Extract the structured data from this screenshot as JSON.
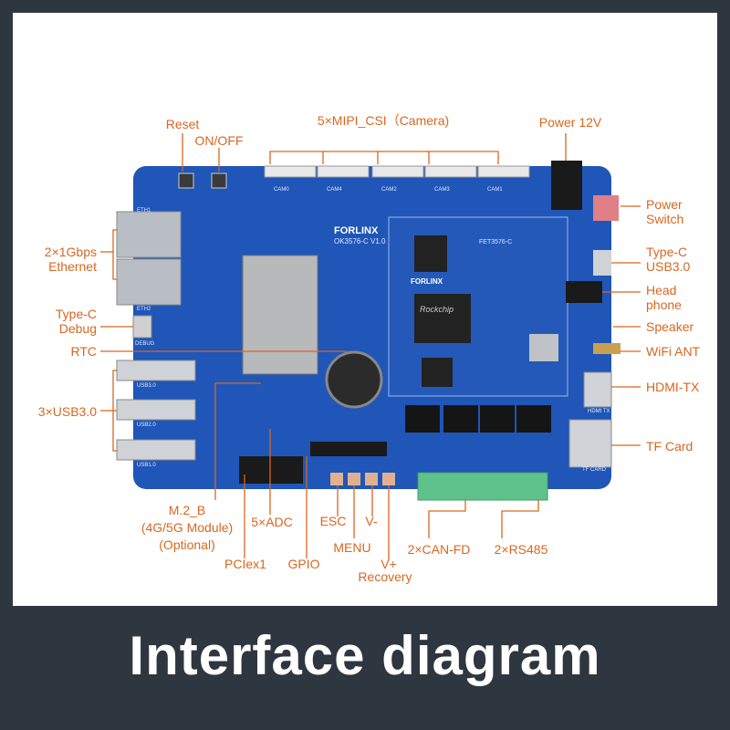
{
  "labels": {
    "reset": "Reset",
    "on_off": "ON/OFF",
    "mipi_csi": "5×MIPI_CSI（Camera)",
    "power_12v": "Power 12V",
    "power_switch": "Power\nSwitch",
    "ethernet": "2×1Gbps\nEthernet",
    "typec_usb3": "Type-C\nUSB3.0",
    "headphone": "Head\nphone",
    "typec_debug": "Type-C\nDebug",
    "speaker": "Speaker",
    "rtc": "RTC",
    "wifi_ant": "WiFi ANT",
    "usb3": "3×USB3.0",
    "hdmi_tx": "HDMI-TX",
    "tf_card": "TF Card",
    "m2b": "M.2_B\n(4G/5G Module)\n(Optional)",
    "adc": "5×ADC",
    "esc": "ESC",
    "v_minus": "V-",
    "menu": "MENU",
    "can_fd": "2×CAN-FD",
    "rs485": "2×RS485",
    "pcie": "PCIex1",
    "gpio": "GPIO",
    "v_plus": "V+",
    "recovery": "Recovery"
  },
  "board_text": {
    "brand": "FORLINX",
    "model": "OK3576-C V1.0",
    "som_brand": "FORLINX",
    "som_model": "FET3576-C",
    "soc": "Rockchip",
    "cam_labels": [
      "CAM0",
      "CAM4",
      "CAM2",
      "CAM3",
      "CAM1"
    ],
    "eth_labels": [
      "ETH1",
      "ETH2"
    ],
    "usb_labels": [
      "USB3.0",
      "USB2.0",
      "USB1.0"
    ],
    "debug": "DEBUG",
    "hdmi": "HDMI TX",
    "tf": "TF CARD"
  },
  "title": "Interface diagram",
  "colors": {
    "label": "#d9661f",
    "board": "#1f56b8",
    "terminal": "#5fc28a",
    "banner_bg": "#2e3640"
  }
}
